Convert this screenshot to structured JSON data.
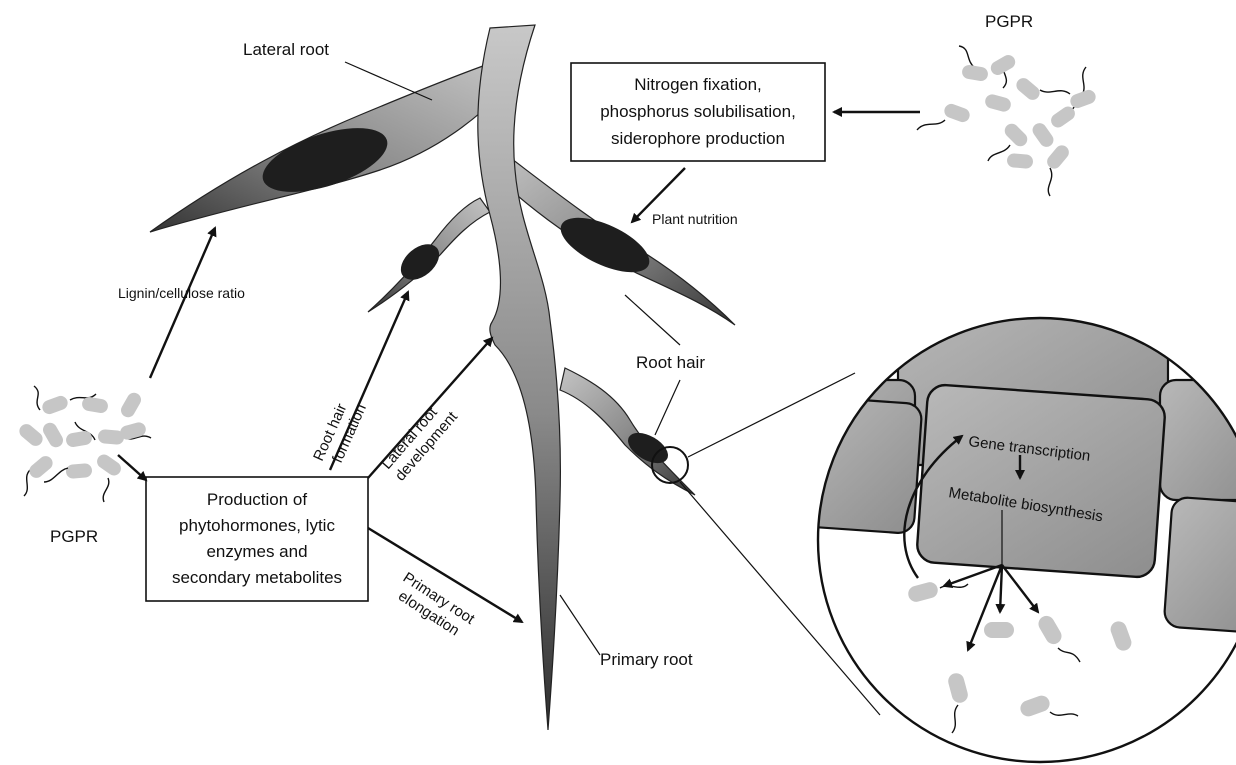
{
  "labels": {
    "pgpr_top": "PGPR",
    "pgpr_left": "PGPR",
    "lateral_root": "Lateral root",
    "plant_nutrition": "Plant nutrition",
    "root_hair": "Root hair",
    "primary_root": "Primary root",
    "lignin_ratio": "Lignin/cellulose ratio",
    "root_hair_formation_1": "Root hair",
    "root_hair_formation_2": "formation",
    "lateral_dev_1": "Lateral root",
    "lateral_dev_2": "development",
    "primary_elong_1": "Primary root",
    "primary_elong_2": "elongation",
    "gene_transcription": "Gene transcription",
    "metabolite_biosynthesis": "Metabolite biosynthesis"
  },
  "nutrition_box": {
    "line1": "Nitrogen fixation,",
    "line2": "phosphorus solubilisation,",
    "line3": "siderophore production"
  },
  "production_box": {
    "line1": "Production of",
    "line2": "phytohormones, lytic",
    "line3": "enzymes and",
    "line4": "secondary metabolites"
  }
}
